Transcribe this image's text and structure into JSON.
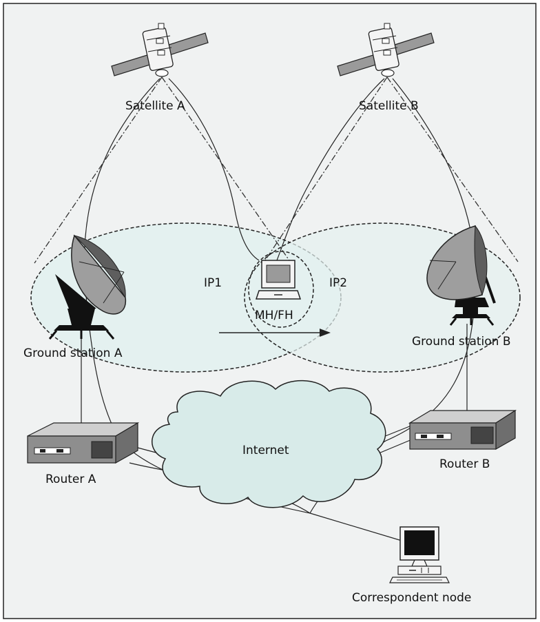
{
  "diagram": {
    "labels": {
      "satellite_a": "Satellite A",
      "satellite_b": "Satellite B",
      "ip1": "IP1",
      "ip2": "IP2",
      "mh_fh": "MH/FH",
      "ground_station_a": "Ground station A",
      "ground_station_b": "Ground station B",
      "internet": "Internet",
      "router_a": "Router A",
      "router_b": "Router B",
      "correspondent_node": "Correspondent node"
    },
    "icons": [
      "satellite-icon",
      "satellite-dish-icon",
      "laptop-icon",
      "router-icon",
      "desktop-computer-icon",
      "cloud-icon"
    ],
    "colors": {
      "background": "#f0f2f2",
      "coverage_fill": "#e4f1f0",
      "cloud_fill": "#d8ebe9",
      "device_gray": "#8a8a8a",
      "dark": "#1a1a1a"
    }
  }
}
